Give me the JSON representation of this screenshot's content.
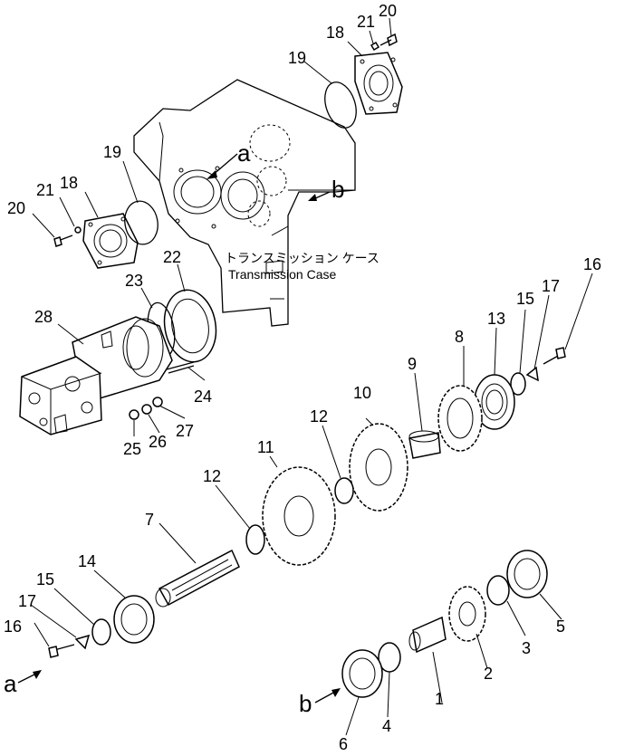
{
  "case_label_jp": "トランスミッション ケース",
  "case_label_en": "Transmission Case",
  "callouts": {
    "p1": "1",
    "p2": "2",
    "p3": "3",
    "p4": "4",
    "p5": "5",
    "p6": "6",
    "p7": "7",
    "p8": "8",
    "p9": "9",
    "p10": "10",
    "p11": "11",
    "p12a": "12",
    "p12b": "12",
    "p13": "13",
    "p14": "14",
    "p15a": "15",
    "p15b": "15",
    "p16a": "16",
    "p16b": "16",
    "p17a": "17",
    "p17b": "17",
    "p18a": "18",
    "p18b": "18",
    "p19a": "19",
    "p19b": "19",
    "p20a": "20",
    "p20b": "20",
    "p21a": "21",
    "p21b": "21",
    "p22": "22",
    "p23": "23",
    "p24": "24",
    "p25": "25",
    "p26": "26",
    "p27": "27",
    "p28": "28"
  },
  "refs": {
    "a_case": "a",
    "b_case": "b",
    "a_left": "a",
    "b_bottom": "b"
  }
}
